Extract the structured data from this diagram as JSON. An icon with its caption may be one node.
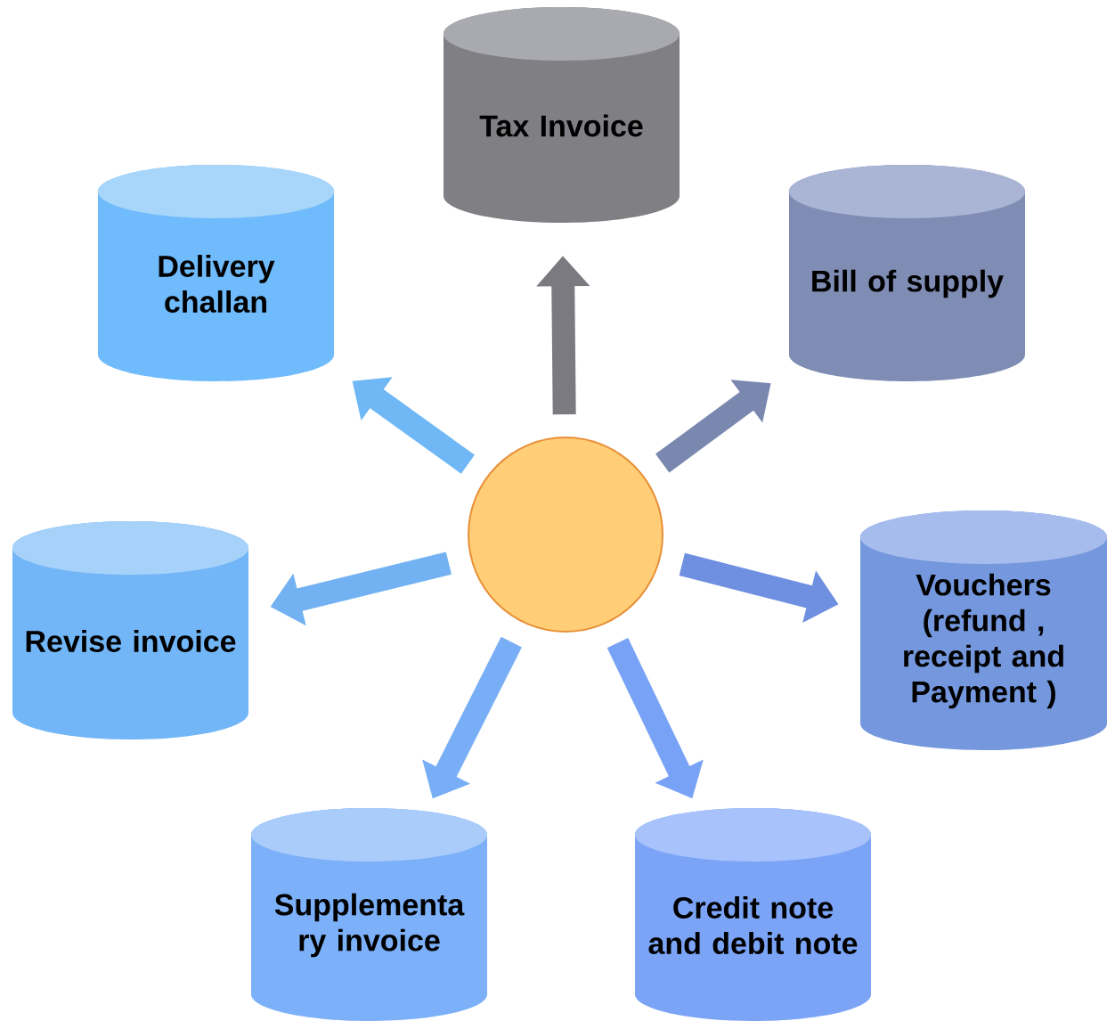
{
  "diagram": {
    "nodes": [
      {
        "text": [],
        "shape": "circle"
      },
      {
        "text": [
          "Tax Invoice"
        ]
      },
      {
        "text": [
          "Delivery challan"
        ]
      },
      {
        "text": [
          "Bill of supply"
        ]
      },
      {
        "text": [
          "Revise invoice"
        ]
      },
      {
        "text": [
          "Vouchers (refund , receipt and Payment )"
        ]
      },
      {
        "text": [
          "Supplementa ry invoice"
        ]
      },
      {
        "text": [
          "Credit note and debit note"
        ]
      }
    ],
    "edges": [
      {
        "from": 0,
        "to": 1,
        "arrow": "to",
        "color": "#7a7a80"
      },
      {
        "from": 0,
        "to": 2,
        "arrow": "to",
        "color": "#6fb8f5"
      },
      {
        "from": 0,
        "to": 3,
        "arrow": "to",
        "color": "#7a88b0"
      },
      {
        "from": 0,
        "to": 4,
        "arrow": "to",
        "color": "#72b2f2"
      },
      {
        "from": 0,
        "to": 5,
        "arrow": "to",
        "color": "#6f90e0"
      },
      {
        "from": 0,
        "to": 6,
        "arrow": "to",
        "color": "#78aef5"
      },
      {
        "from": 0,
        "to": 7,
        "arrow": "to",
        "color": "#78a2f5"
      }
    ]
  }
}
